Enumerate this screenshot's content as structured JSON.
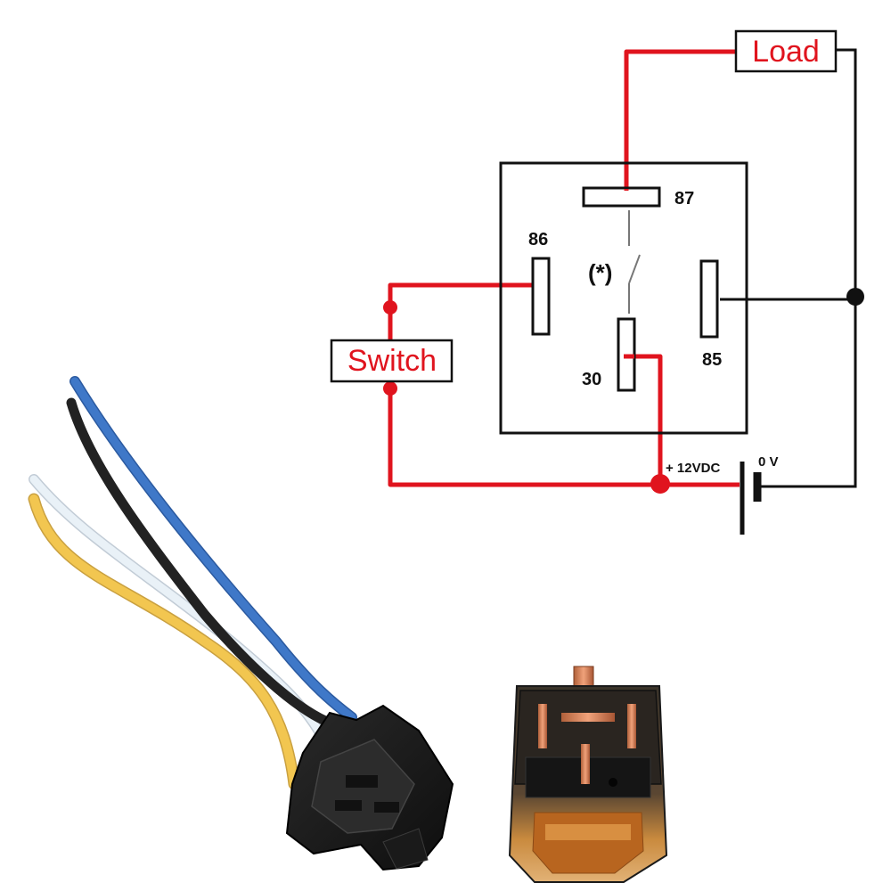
{
  "diagram": {
    "load_label": "Load",
    "switch_label": "Switch",
    "pins": {
      "p87": "87",
      "p86": "86",
      "p85": "85",
      "p30": "30"
    },
    "switch_symbol": "(*)",
    "supply": {
      "positive": "+ 12VDC",
      "ground": "0 V"
    }
  },
  "colors": {
    "wire_red": "#e0141e",
    "wire_black": "#111111",
    "wire_blue": "#3f78c8",
    "wire_yellow": "#f2c650",
    "wire_white": "#e9f1f7",
    "connector_black": "#1b1b1b",
    "relay_amber": "#c87a2a",
    "relay_copper": "#d07c52"
  },
  "photos": {
    "harness": "relay-socket-wire-harness",
    "relay": "automotive-relay-photo"
  }
}
